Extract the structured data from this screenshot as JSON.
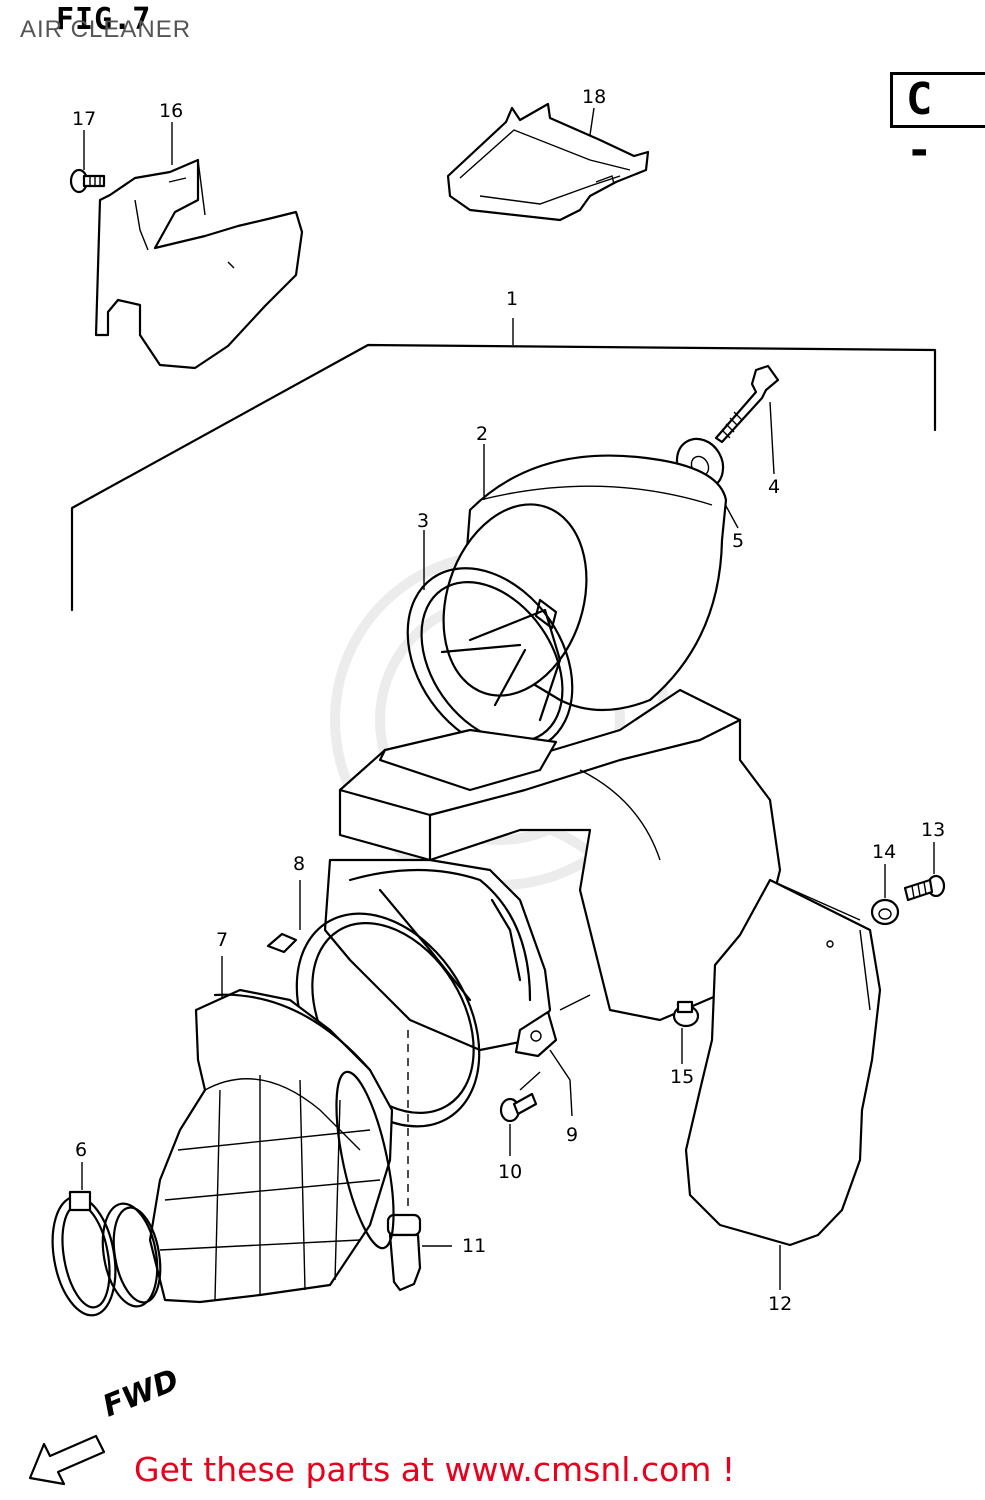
{
  "header": {
    "figure": "FIG.7",
    "subtitle": "AIR CLEANER",
    "section": "C -"
  },
  "callouts": [
    {
      "id": "1",
      "label": "1"
    },
    {
      "id": "2",
      "label": "2"
    },
    {
      "id": "3",
      "label": "3"
    },
    {
      "id": "4",
      "label": "4"
    },
    {
      "id": "5",
      "label": "5"
    },
    {
      "id": "6",
      "label": "6"
    },
    {
      "id": "7",
      "label": "7"
    },
    {
      "id": "8",
      "label": "8"
    },
    {
      "id": "9",
      "label": "9"
    },
    {
      "id": "10",
      "label": "10"
    },
    {
      "id": "11",
      "label": "11"
    },
    {
      "id": "12",
      "label": "12"
    },
    {
      "id": "13",
      "label": "13"
    },
    {
      "id": "14",
      "label": "14"
    },
    {
      "id": "15",
      "label": "15"
    },
    {
      "id": "16",
      "label": "16"
    },
    {
      "id": "17",
      "label": "17"
    },
    {
      "id": "18",
      "label": "18"
    }
  ],
  "direction": {
    "label": "FWD",
    "icon": "arrow-left-down-icon"
  },
  "footer": {
    "text": "Get these parts at www.cmsnl.com !",
    "color": "#e8001c"
  }
}
